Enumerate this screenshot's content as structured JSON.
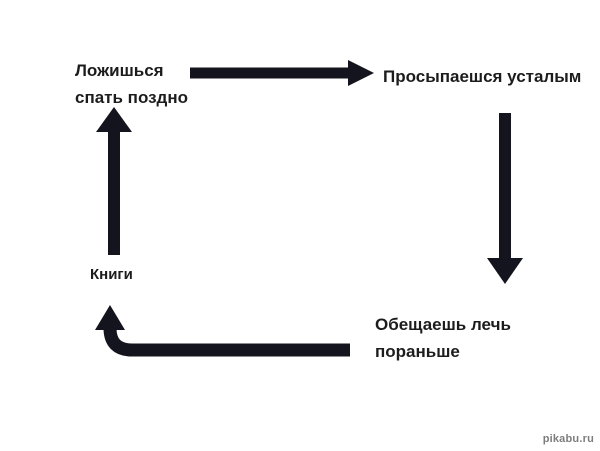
{
  "diagram": {
    "type": "cycle-flowchart",
    "nodes": {
      "go_to_bed_late": {
        "lines": [
          "Ложишься",
          "спать поздно"
        ]
      },
      "wake_up_tired": {
        "label": "Просыпаешся усталым"
      },
      "promise_earlier": {
        "lines": [
          "Обещаешь лечь",
          "пораньше"
        ]
      },
      "books": {
        "label": "Книги"
      }
    },
    "edges": [
      {
        "from": "go_to_bed_late",
        "to": "wake_up_tired",
        "direction": "right"
      },
      {
        "from": "wake_up_tired",
        "to": "promise_earlier",
        "direction": "down"
      },
      {
        "from": "promise_earlier",
        "to": "books",
        "direction": "left-then-up"
      },
      {
        "from": "books",
        "to": "go_to_bed_late",
        "direction": "up"
      }
    ]
  },
  "watermark": {
    "text": "pikabu.ru"
  },
  "colors": {
    "arrow": "#14141e",
    "text": "#1c1c1c",
    "background": "#ffffff",
    "watermark": "#7d7d7d"
  }
}
